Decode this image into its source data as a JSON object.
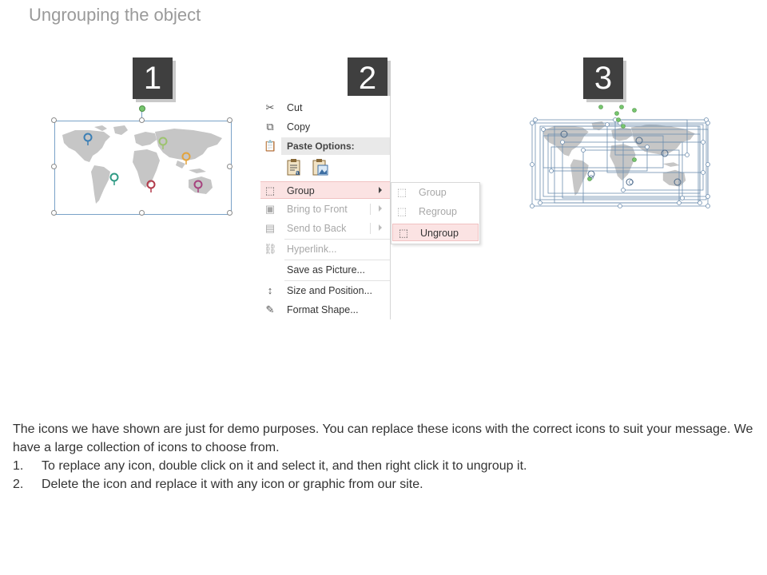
{
  "title": "Ungrouping the object",
  "steps": [
    "1",
    "2",
    "3"
  ],
  "menu": {
    "items": [
      {
        "label": "Cut",
        "icon": "scissors-icon"
      },
      {
        "label": "Copy",
        "icon": "copy-icon"
      },
      {
        "label": "Paste Options:",
        "icon": "clipboard-icon"
      },
      {
        "label": "Group",
        "icon": "group-icon",
        "highlighted": true,
        "submenu": true
      },
      {
        "label": "Bring to Front",
        "icon": "bring-front-icon",
        "disabled": true,
        "submenu": true
      },
      {
        "label": "Send to Back",
        "icon": "send-back-icon",
        "disabled": true,
        "submenu": true
      },
      {
        "label": "Hyperlink...",
        "icon": "link-icon",
        "disabled": true
      },
      {
        "label": "Save as Picture..."
      },
      {
        "label": "Size and Position...",
        "icon": "size-icon"
      },
      {
        "label": "Format Shape...",
        "icon": "paint-icon"
      }
    ],
    "submenu": [
      {
        "label": "Group",
        "disabled": true
      },
      {
        "label": "Regroup",
        "disabled": true
      },
      {
        "label": "Ungroup",
        "highlighted": true
      }
    ]
  },
  "pins": [
    {
      "color": "#3b7fb5"
    },
    {
      "color": "#9dc36f"
    },
    {
      "color": "#e3a33c"
    },
    {
      "color": "#2f9a84"
    },
    {
      "color": "#b23a4a"
    },
    {
      "color": "#a6437e"
    }
  ],
  "body": {
    "paragraph": "The icons we have shown are just for demo purposes. You can replace these icons with the correct icons to suit your message. We have a large collection of icons to choose from.",
    "items": [
      {
        "num": "1.",
        "text": "To replace any icon, double click on it and select it, and then right click it to ungroup it."
      },
      {
        "num": "2.",
        "text": "Delete the icon and replace it with any icon or graphic from our site."
      }
    ]
  }
}
